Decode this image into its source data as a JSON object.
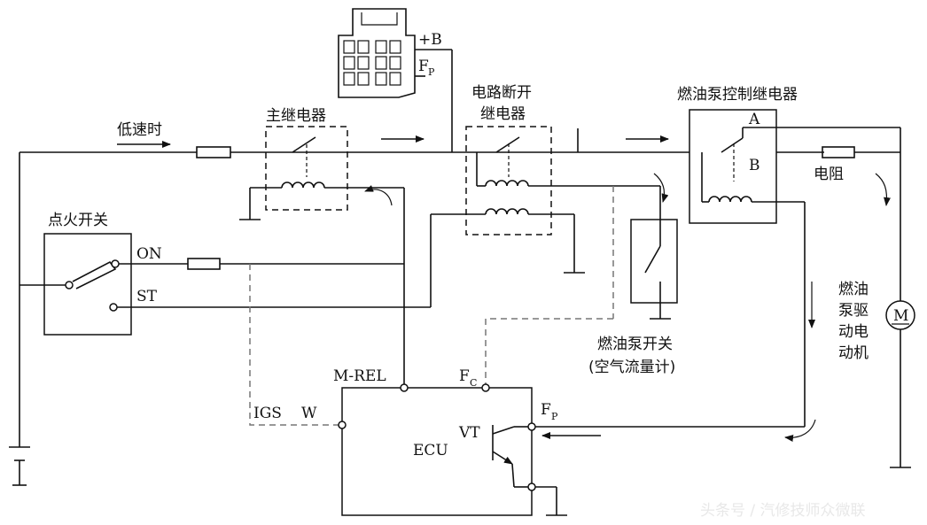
{
  "labels": {
    "plus_b": "+B",
    "fp_top": "F",
    "fp_top_sub": "P",
    "low_speed": "低速时",
    "main_relay": "主继电器",
    "circuit_open_relay_1": "电路断开",
    "circuit_open_relay_2": "继电器",
    "fuel_pump_control_relay": "燃油泵控制继电器",
    "terminal_a": "A",
    "terminal_b": "B",
    "resistor": "电阻",
    "ignition_switch": "点火开关",
    "on": "ON",
    "st": "ST",
    "fuel_pump_switch_1": "燃油泵开关",
    "fuel_pump_switch_2": "(空气流量计)",
    "motor_1": "燃油",
    "motor_2": "泵驱",
    "motor_3": "动电",
    "motor_4": "动机",
    "motor_symbol": "M",
    "m_rel": "M-REL",
    "fc": "F",
    "fc_sub": "C",
    "igs": "IGS",
    "w": "W",
    "fp_ecu": "F",
    "fp_ecu_sub": "P",
    "vt": "VT",
    "ecu": "ECU"
  },
  "watermark": "头条号 / 汽修技师众微联"
}
